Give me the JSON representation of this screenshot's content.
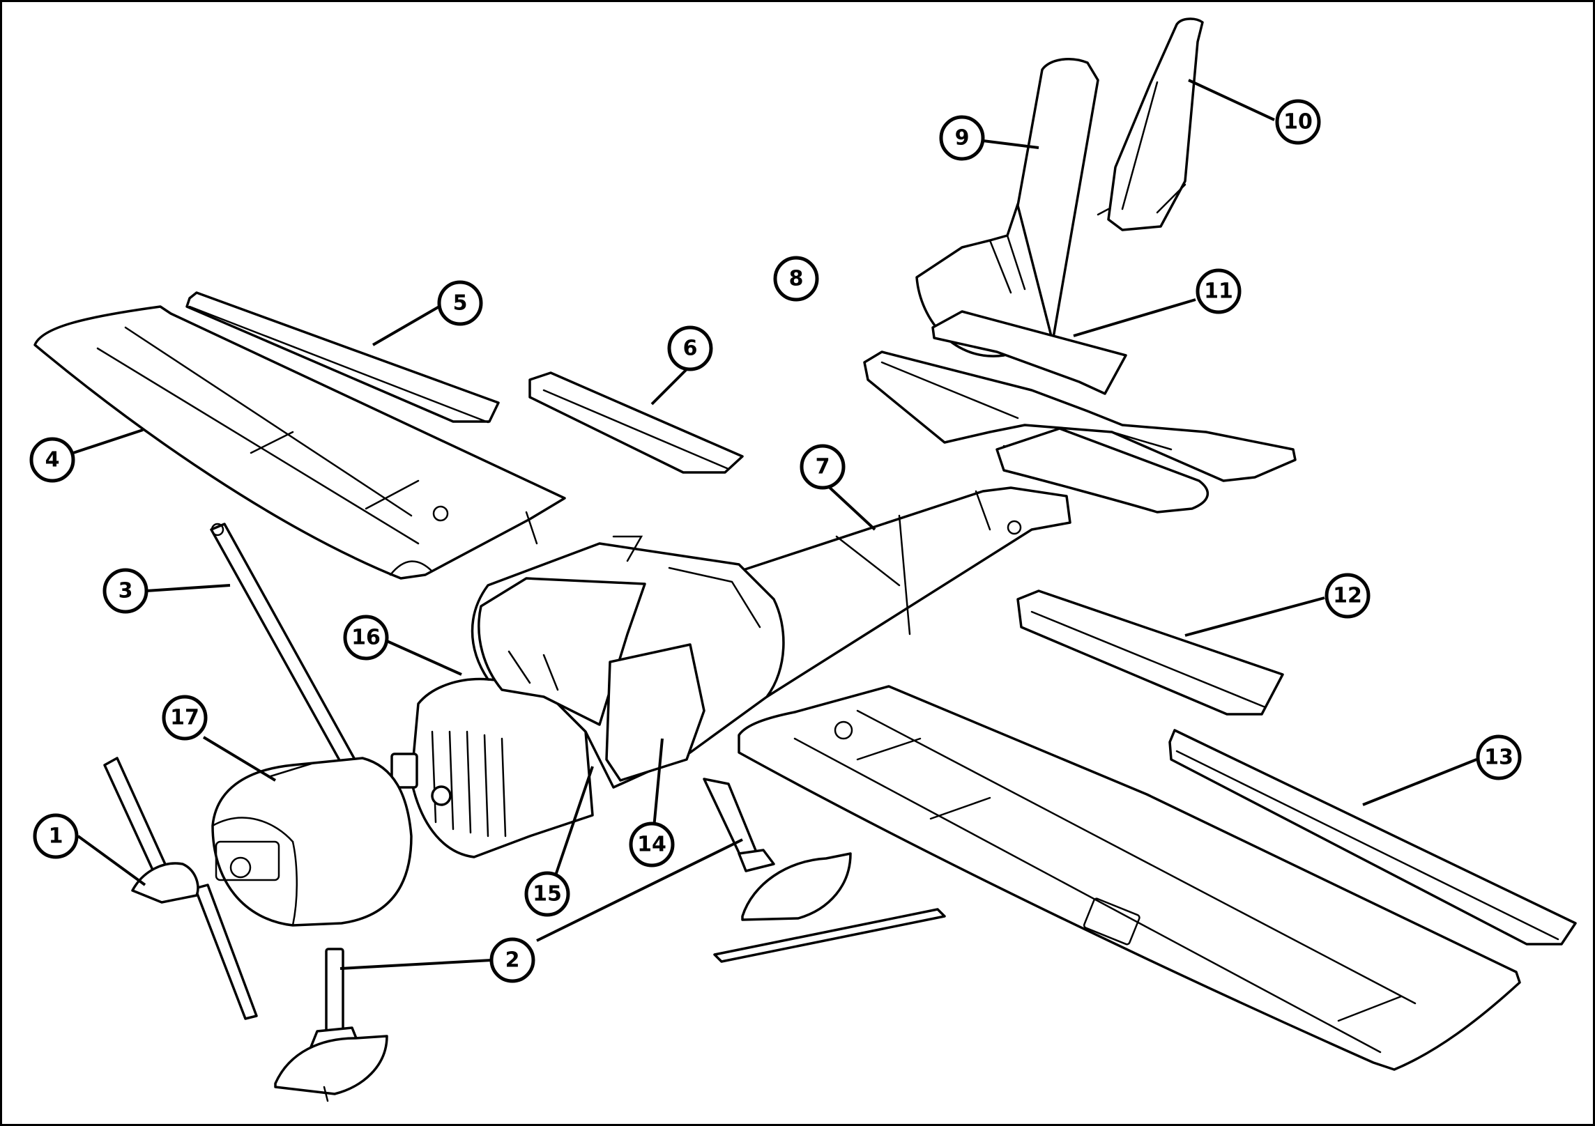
{
  "colors": {
    "line": "#000000",
    "background": "#ffffff"
  },
  "callouts": [
    {
      "id": "1",
      "label": "1"
    },
    {
      "id": "2",
      "label": "2"
    },
    {
      "id": "3",
      "label": "3"
    },
    {
      "id": "4",
      "label": "4"
    },
    {
      "id": "5",
      "label": "5"
    },
    {
      "id": "6",
      "label": "6"
    },
    {
      "id": "7",
      "label": "7"
    },
    {
      "id": "8",
      "label": "8"
    },
    {
      "id": "9",
      "label": "9"
    },
    {
      "id": "10",
      "label": "10"
    },
    {
      "id": "11",
      "label": "11"
    },
    {
      "id": "12",
      "label": "12"
    },
    {
      "id": "13",
      "label": "13"
    },
    {
      "id": "14",
      "label": "14"
    },
    {
      "id": "15",
      "label": "15"
    },
    {
      "id": "16",
      "label": "16"
    },
    {
      "id": "17",
      "label": "17"
    }
  ]
}
